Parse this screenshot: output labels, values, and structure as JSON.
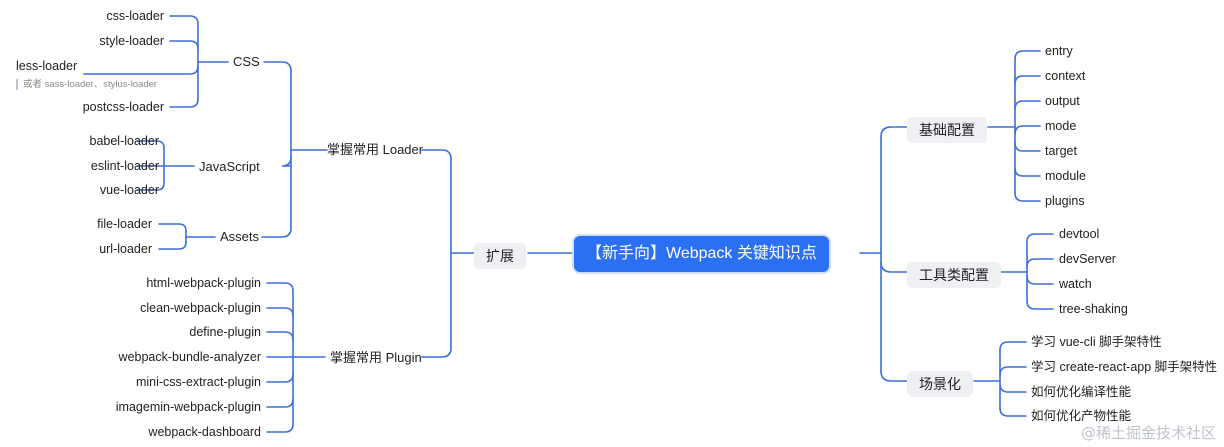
{
  "center": {
    "label": "【新手向】Webpack 关键知识点"
  },
  "left": {
    "label": "扩展",
    "loader": {
      "label": "掌握常用 Loader",
      "css": {
        "label": "CSS",
        "items": [
          "css-loader",
          "style-loader",
          "less-loader",
          "postcss-loader"
        ],
        "note": "或者 sass-loader、stylus-loader"
      },
      "js": {
        "label": "JavaScript",
        "items": [
          "babel-loader",
          "eslint-loader",
          "vue-loader"
        ]
      },
      "assets": {
        "label": "Assets",
        "items": [
          "file-loader",
          "url-loader"
        ]
      }
    },
    "plugin": {
      "label": "掌握常用 Plugin",
      "items": [
        "html-webpack-plugin",
        "clean-webpack-plugin",
        "define-plugin",
        "webpack-bundle-analyzer",
        "mini-css-extract-plugin",
        "imagemin-webpack-plugin",
        "webpack-dashboard"
      ]
    }
  },
  "right": {
    "basic": {
      "label": "基础配置",
      "items": [
        "entry",
        "context",
        "output",
        "mode",
        "target",
        "module",
        "plugins"
      ]
    },
    "tools": {
      "label": "工具类配置",
      "items": [
        "devtool",
        "devServer",
        "watch",
        "tree-shaking"
      ]
    },
    "scene": {
      "label": "场景化",
      "items": [
        "学习 vue-cli 脚手架特性",
        "学习 create-react-app 脚手架特性",
        "如何优化编译性能",
        "如何优化产物性能"
      ]
    }
  },
  "watermark": "@稀土掘金技术社区",
  "colors": {
    "line": "#3d6fd6",
    "center_bg": "#2b70f2",
    "box_bg": "#eef0f3"
  }
}
